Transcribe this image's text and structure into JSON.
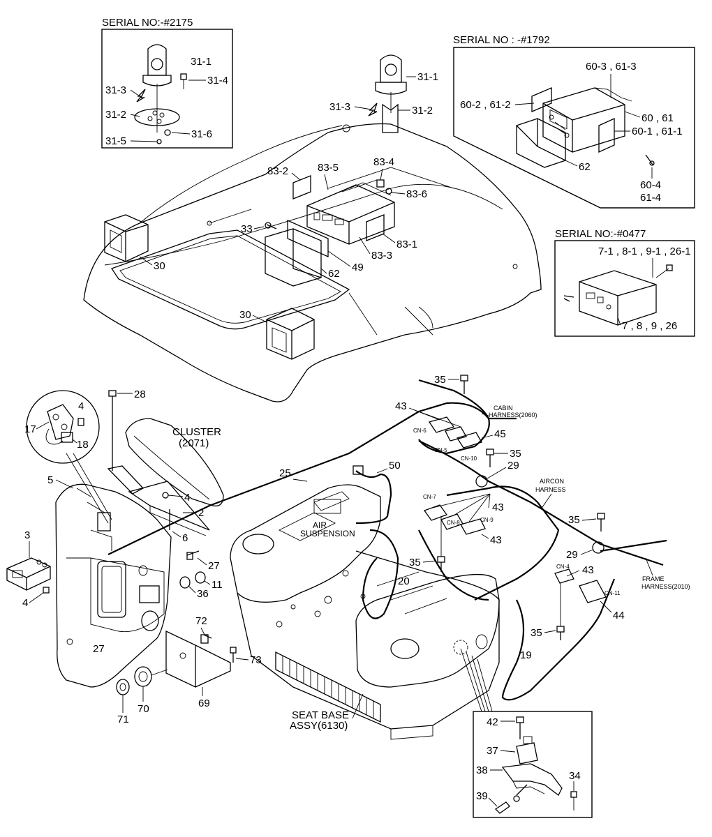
{
  "callouts": {
    "serial_a": "SERIAL NO:-#2175",
    "serial_b": "SERIAL NO : -#1792",
    "serial_c": "SERIAL NO:-#0477",
    "p31_1a": "31-1",
    "p31_4": "31-4",
    "p31_3a": "31-3",
    "p31_2a": "31-2",
    "p31_6": "31-6",
    "p31_5": "31-5",
    "p31_1b": "31-1",
    "p31_3b": "31-3",
    "p31_2b": "31-2",
    "p60_3": "60-3 , 61-3",
    "p60_2": "60-2 , 61-2",
    "p60_61": "60 , 61",
    "p60_1": "60-1 , 61-1",
    "p62a": "62",
    "p60_4": "60-4",
    "p61_4": "61-4",
    "p83_2": "83-2",
    "p83_5": "83-5",
    "p83_4": "83-4",
    "p83_6": "83-6",
    "p33": "33",
    "p83_1": "83-1",
    "p83_3": "83-3",
    "p49": "49",
    "p62b": "62",
    "p30a": "30",
    "p30b": "30",
    "p7_1": "7-1 , 8-1 , 9-1 , 26-1",
    "p7_8": "7 , 8 , 9 , 26",
    "p35a": "35",
    "p43a": "43",
    "p45": "45",
    "p35b": "35",
    "p29a": "29",
    "p43b": "43",
    "p43c": "43",
    "p35c": "35",
    "p29b": "29",
    "p35d": "35",
    "p43d": "43",
    "p44": "44",
    "p35e": "35",
    "p19": "19",
    "p20": "20",
    "p25": "25",
    "p50": "50",
    "p28": "28",
    "p4a": "4",
    "p17": "17",
    "p18": "18",
    "p5": "5",
    "p4b": "4",
    "p2": "2",
    "p6": "6",
    "p3": "3",
    "p4c": "4",
    "p27a": "27",
    "p11": "11",
    "p36": "36",
    "p72": "72",
    "p27b": "27",
    "p73": "73",
    "p69": "69",
    "p70": "70",
    "p71": "71",
    "p42": "42",
    "p37": "37",
    "p38": "38",
    "p34": "34",
    "p39": "39"
  },
  "notes": {
    "cluster_1": "CLUSTER",
    "cluster_2": "(2071)",
    "cabin_1": "CABIN",
    "cabin_2": "HARNESS(2060)",
    "aircon_1": "AIRCON",
    "aircon_2": "HARNESS",
    "frame_1": "FRAME",
    "frame_2": "HARNESS(2010)",
    "air_1": "AIR",
    "air_2": "SUSPENSION",
    "seat_1": "SEAT BASE",
    "seat_2": "ASSY(6130)"
  },
  "connectors": {
    "cn6": "CN-6",
    "cn5": "CN-5",
    "cn10": "CN-10",
    "cn7": "CN-7",
    "cn8": "CN-8",
    "cn9": "CN-9",
    "cn4": "CN-4",
    "cn11": "CN-11"
  }
}
